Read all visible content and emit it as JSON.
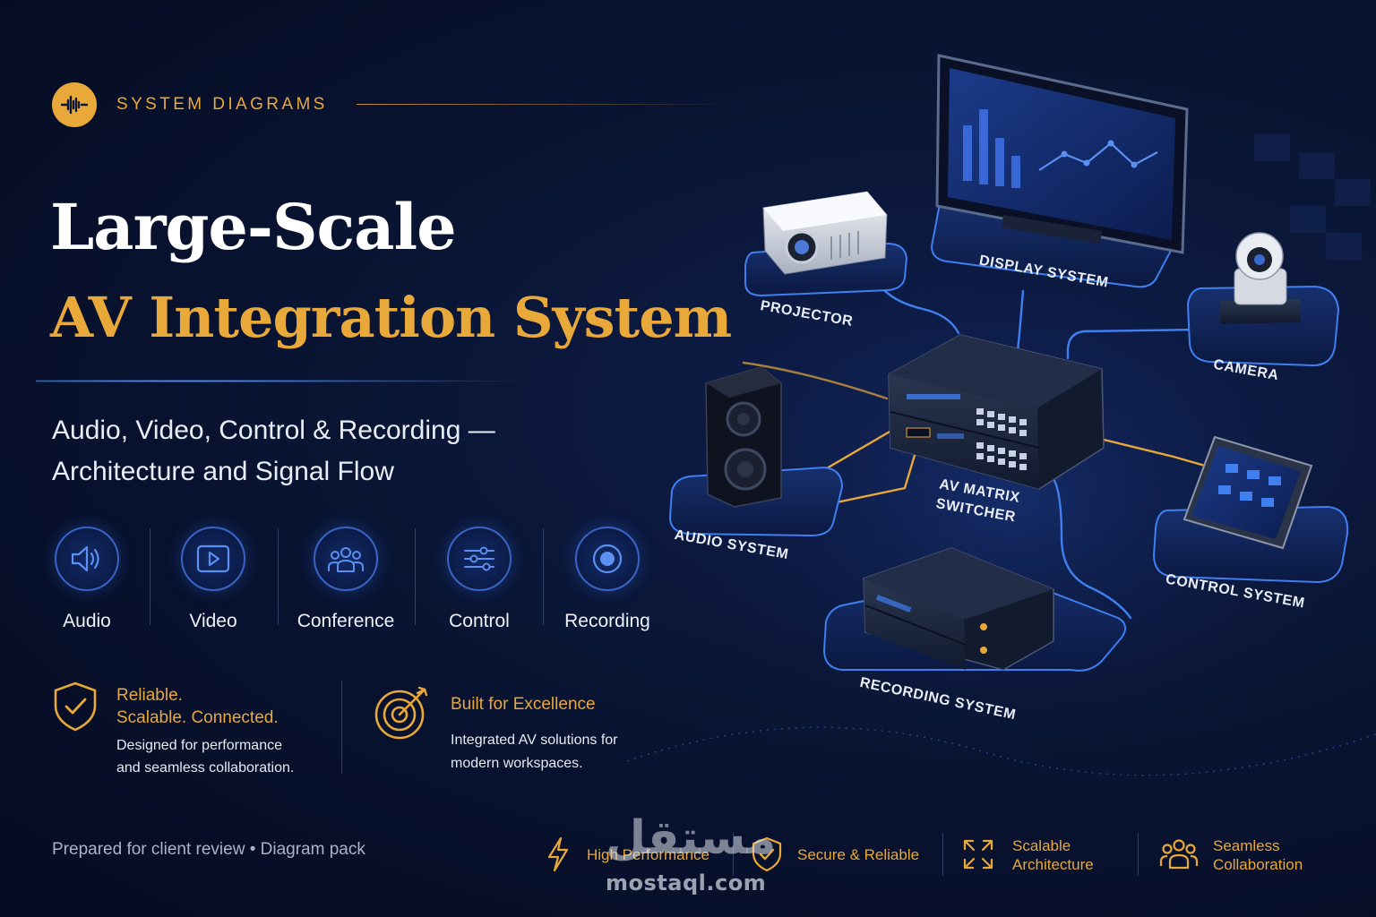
{
  "header": {
    "tag": "SYSTEM DIAGRAMS",
    "logo_icon": "waveform-icon"
  },
  "title": {
    "line1": "Large-Scale",
    "line2": "AV Integration System"
  },
  "subtitle": {
    "line1": "Audio, Video, Control & Recording —",
    "line2": "Architecture and Signal Flow"
  },
  "categories": [
    {
      "label": "Audio",
      "icon": "speaker-icon"
    },
    {
      "label": "Video",
      "icon": "play-icon"
    },
    {
      "label": "Conference",
      "icon": "people-icon"
    },
    {
      "label": "Control",
      "icon": "sliders-icon"
    },
    {
      "label": "Recording",
      "icon": "record-icon"
    }
  ],
  "features": [
    {
      "title_line1": "Reliable.",
      "title_line2": "Scalable. Connected.",
      "desc_line1": "Designed for performance",
      "desc_line2": "and seamless collaboration.",
      "icon": "shield-check-icon"
    },
    {
      "title": "Built for Excellence",
      "desc_line1": "Integrated AV solutions for",
      "desc_line2": "modern workspaces.",
      "icon": "target-icon"
    }
  ],
  "footer": {
    "note": "Prepared for client review  •  Diagram pack",
    "items": [
      {
        "line1": "High Performance",
        "line2": "",
        "icon": "lightning-icon"
      },
      {
        "line1": "Secure & Reliable",
        "line2": "",
        "icon": "shield-check-icon"
      },
      {
        "line1": "Scalable",
        "line2": "Architecture",
        "icon": "expand-icon"
      },
      {
        "line1": "Seamless",
        "line2": "Collaboration",
        "icon": "people-icon"
      }
    ]
  },
  "diagram": {
    "nodes": {
      "projector": "PROJECTOR",
      "display": "DISPLAY SYSTEM",
      "camera": "CAMERA",
      "audio": "AUDIO SYSTEM",
      "switcher_line1": "AV MATRIX",
      "switcher_line2": "SWITCHER",
      "control": "CONTROL SYSTEM",
      "recording": "RECORDING SYSTEM"
    }
  },
  "watermark": {
    "arabic": "مستقل",
    "domain": "mostaql.com"
  },
  "colors": {
    "accent": "#e8a83a",
    "blue_line": "#3f7ff0",
    "background": "#0a1636"
  }
}
